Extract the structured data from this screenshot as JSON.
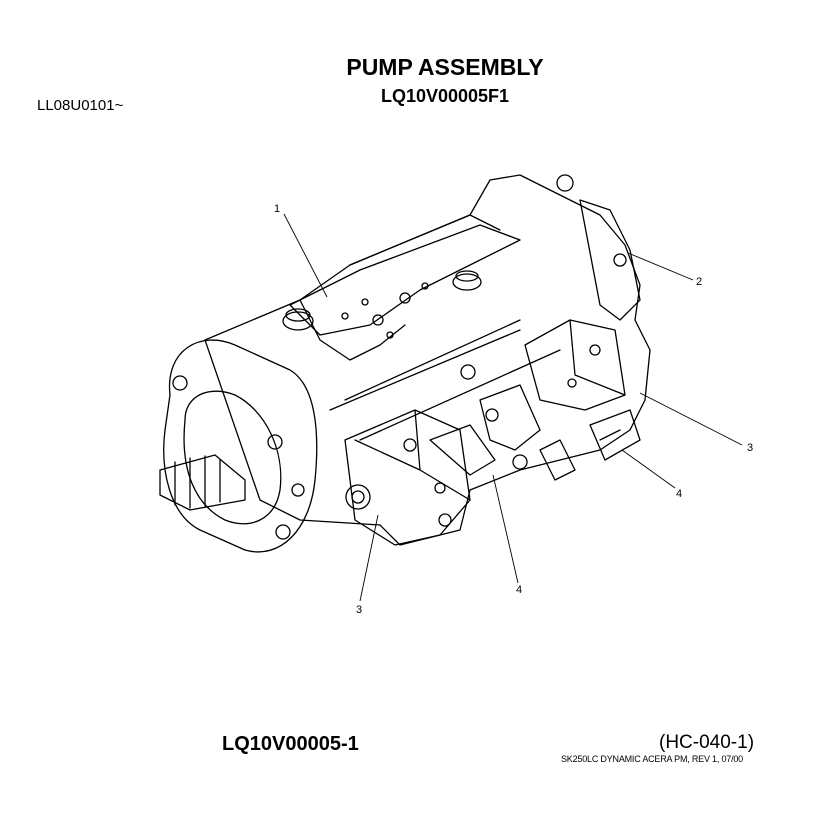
{
  "header": {
    "title": "PUMP ASSEMBLY",
    "subtitle": "LQ10V00005F1",
    "serial_range": "LL08U0101~"
  },
  "callouts": [
    {
      "id": "c1",
      "label": "1"
    },
    {
      "id": "c2",
      "label": "2"
    },
    {
      "id": "c3a",
      "label": "3"
    },
    {
      "id": "c4a",
      "label": "4"
    },
    {
      "id": "c4b",
      "label": "4"
    },
    {
      "id": "c3b",
      "label": "3"
    }
  ],
  "footer": {
    "part_number": "LQ10V00005-1",
    "page_ref": "(HC-040-1)",
    "doc_info": "SK250LC DYNAMIC ACERA PM, REV  1, 07/00"
  }
}
